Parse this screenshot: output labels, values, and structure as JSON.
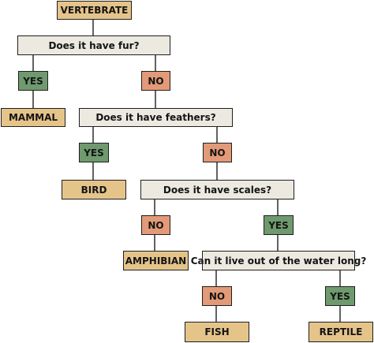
{
  "diagram": {
    "root": "VERTEBRATE",
    "questions": {
      "fur": "Does it have fur?",
      "feathers": "Does it have feathers?",
      "scales": "Does it have scales?",
      "water": "Can it live out of the water long?"
    },
    "answers": {
      "yes": "YES",
      "no": "NO"
    },
    "outcomes": {
      "mammal": "MAMMAL",
      "bird": "BIRD",
      "amphibian": "AMPHIBIAN",
      "fish": "FISH",
      "reptile": "REPTILE"
    },
    "colors": {
      "terminal": "#e5c48a",
      "question": "#ece9e0",
      "yes": "#6f9a6e",
      "no": "#e29a78",
      "line": "#1f1f1f"
    }
  }
}
